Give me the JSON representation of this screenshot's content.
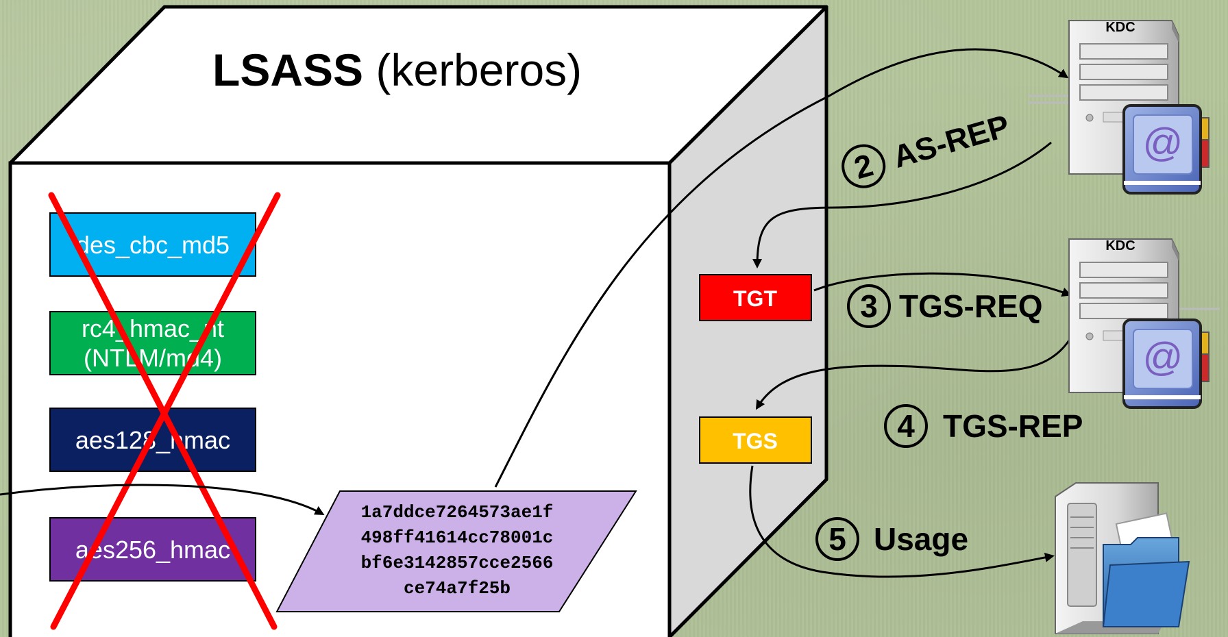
{
  "diagram": {
    "title_bold": "LSASS",
    "title_rest": " (kerberos)",
    "key_types": [
      {
        "label": "des_cbc_md5",
        "label2": "",
        "color": "#00b0f0",
        "text_color": "#ffffff"
      },
      {
        "label": "rc4_hmac_nt",
        "label2": "(NTLM/md4)",
        "color": "#00b050",
        "text_color": "#ffffff"
      },
      {
        "label": "aes128_hmac",
        "label2": "",
        "color": "#0b2060",
        "text_color": "#ffffff"
      },
      {
        "label": "aes256_hmac",
        "label2": "",
        "color": "#7030a0",
        "text_color": "#ffffff"
      }
    ],
    "hash_lines": [
      "1a7ddce7264573ae1f",
      "498ff41614cc78001c",
      "bf6e3142857cce2566",
      "ce74a7f25b"
    ],
    "hash_color": "#ccb0e8",
    "cross_color": "#ff0000",
    "tickets": {
      "tgt": {
        "label": "TGT",
        "color": "#ff0000"
      },
      "tgs": {
        "label": "TGS",
        "color": "#ffc000"
      }
    },
    "steps": {
      "as_rep": {
        "num": "2",
        "label": "AS-REP"
      },
      "tgs_req": {
        "num": "3",
        "label": "TGS-REQ"
      },
      "tgs_rep": {
        "num": "4",
        "label": "TGS-REP"
      },
      "usage": {
        "num": "5",
        "label": "Usage"
      }
    },
    "servers": {
      "kdc1": {
        "label": "KDC",
        "icon": "kdc-server-icon"
      },
      "kdc2": {
        "label": "KDC",
        "icon": "kdc-server-icon"
      },
      "file_server": {
        "icon": "file-server-icon"
      }
    }
  }
}
